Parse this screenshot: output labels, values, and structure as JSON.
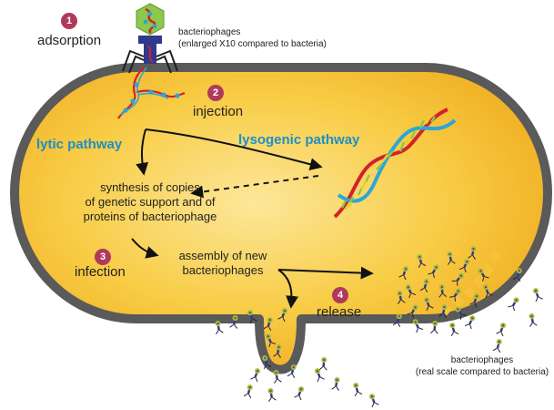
{
  "steps": [
    {
      "number": "1",
      "label": "adsorption"
    },
    {
      "number": "2",
      "label": "injection"
    },
    {
      "number": "3",
      "label": "infection"
    },
    {
      "number": "4",
      "label": "release"
    }
  ],
  "labels": {
    "phage_top_line1": "bacteriophages",
    "phage_top_line2": "(enlarged X10 compared to bacteria)",
    "lytic": "lytic pathway",
    "lysogenic": "lysogenic pathway",
    "synthesis_line1": "synthesis of copies",
    "synthesis_line2": "of genetic support and of",
    "synthesis_line3": "proteins of bacteriophage",
    "assembly_line1": "assembly of new",
    "assembly_line2": "bacteriophages",
    "phage_bottom_line1": "bacteriophages",
    "phage_bottom_line2": "(real scale compared to bacteria)"
  },
  "colors": {
    "cell_fill": "#f7c23a",
    "cell_border": "#5a5a5a",
    "step_badge": "#b03a5c",
    "pathway_title": "#1d8fc4",
    "dna_red": "#d2232a",
    "dna_blue": "#2aa7d6",
    "phage_head": "#8cc84b",
    "phage_tail": "#2e3a8c"
  }
}
